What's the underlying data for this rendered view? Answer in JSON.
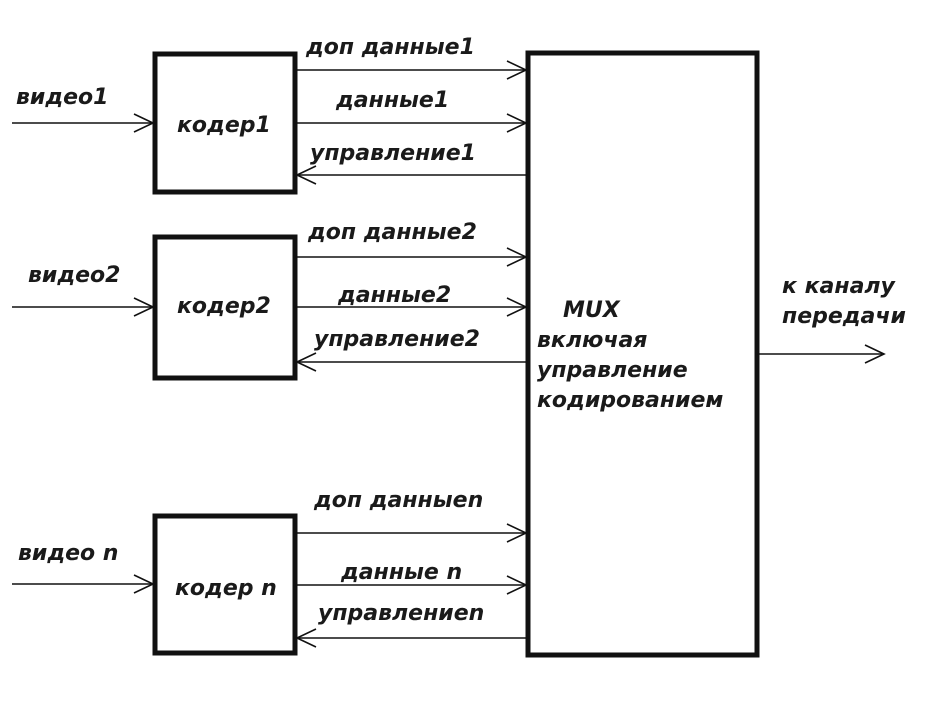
{
  "inputs": [
    "видео1",
    "видео2",
    "видео n"
  ],
  "encoders": [
    "кодер1",
    "кодер2",
    "кодер n"
  ],
  "signals": [
    {
      "extra": "доп данные1",
      "data": "данные1",
      "control": "управление1"
    },
    {
      "extra": "доп данные2",
      "data": "данные2",
      "control": "управление2"
    },
    {
      "extra": "доп данныеn",
      "data": "данные n",
      "control": "управлениеn"
    }
  ],
  "mux": {
    "lines": [
      "MUX",
      "включая",
      "управление",
      "кодированием"
    ]
  },
  "output": {
    "lines": [
      "к каналу",
      "передачи"
    ]
  }
}
